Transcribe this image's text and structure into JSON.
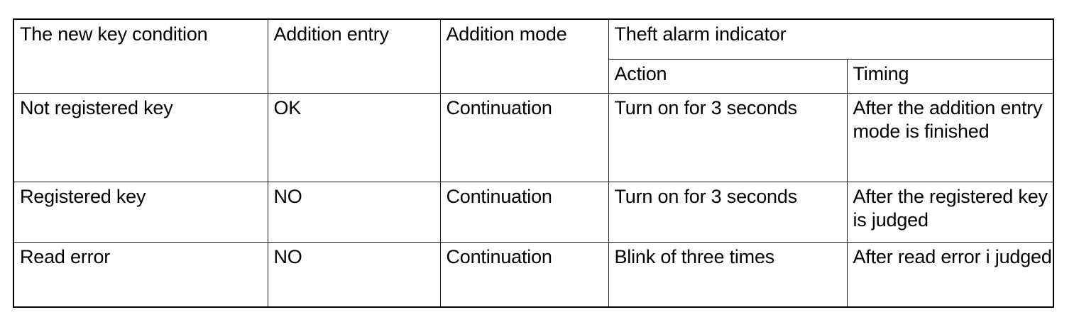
{
  "document": {
    "type": "specification-table",
    "background_color": "#ffffff",
    "text_color": "#000000",
    "border_color": "#111111"
  },
  "table": {
    "headers": {
      "col1": "The new key condition",
      "col2": "Addition entry",
      "col3": "Addition mode",
      "group": "Theft alarm indicator",
      "sub_action": "Action",
      "sub_timing": "Timing"
    },
    "rows": [
      {
        "condition": "Not registered key",
        "entry": "OK",
        "mode": "Continuation",
        "action": "Turn on for 3 seconds",
        "timing": "After the addition entry mode is finished"
      },
      {
        "condition": "Registered key",
        "entry": "NO",
        "mode": "Continuation",
        "action": "Turn on for 3 seconds",
        "timing": "After the registered key is judged"
      },
      {
        "condition": "Read error",
        "entry": "NO",
        "mode": "Continuation",
        "action": "Blink of three times",
        "timing": "After read error i judged"
      }
    ]
  }
}
